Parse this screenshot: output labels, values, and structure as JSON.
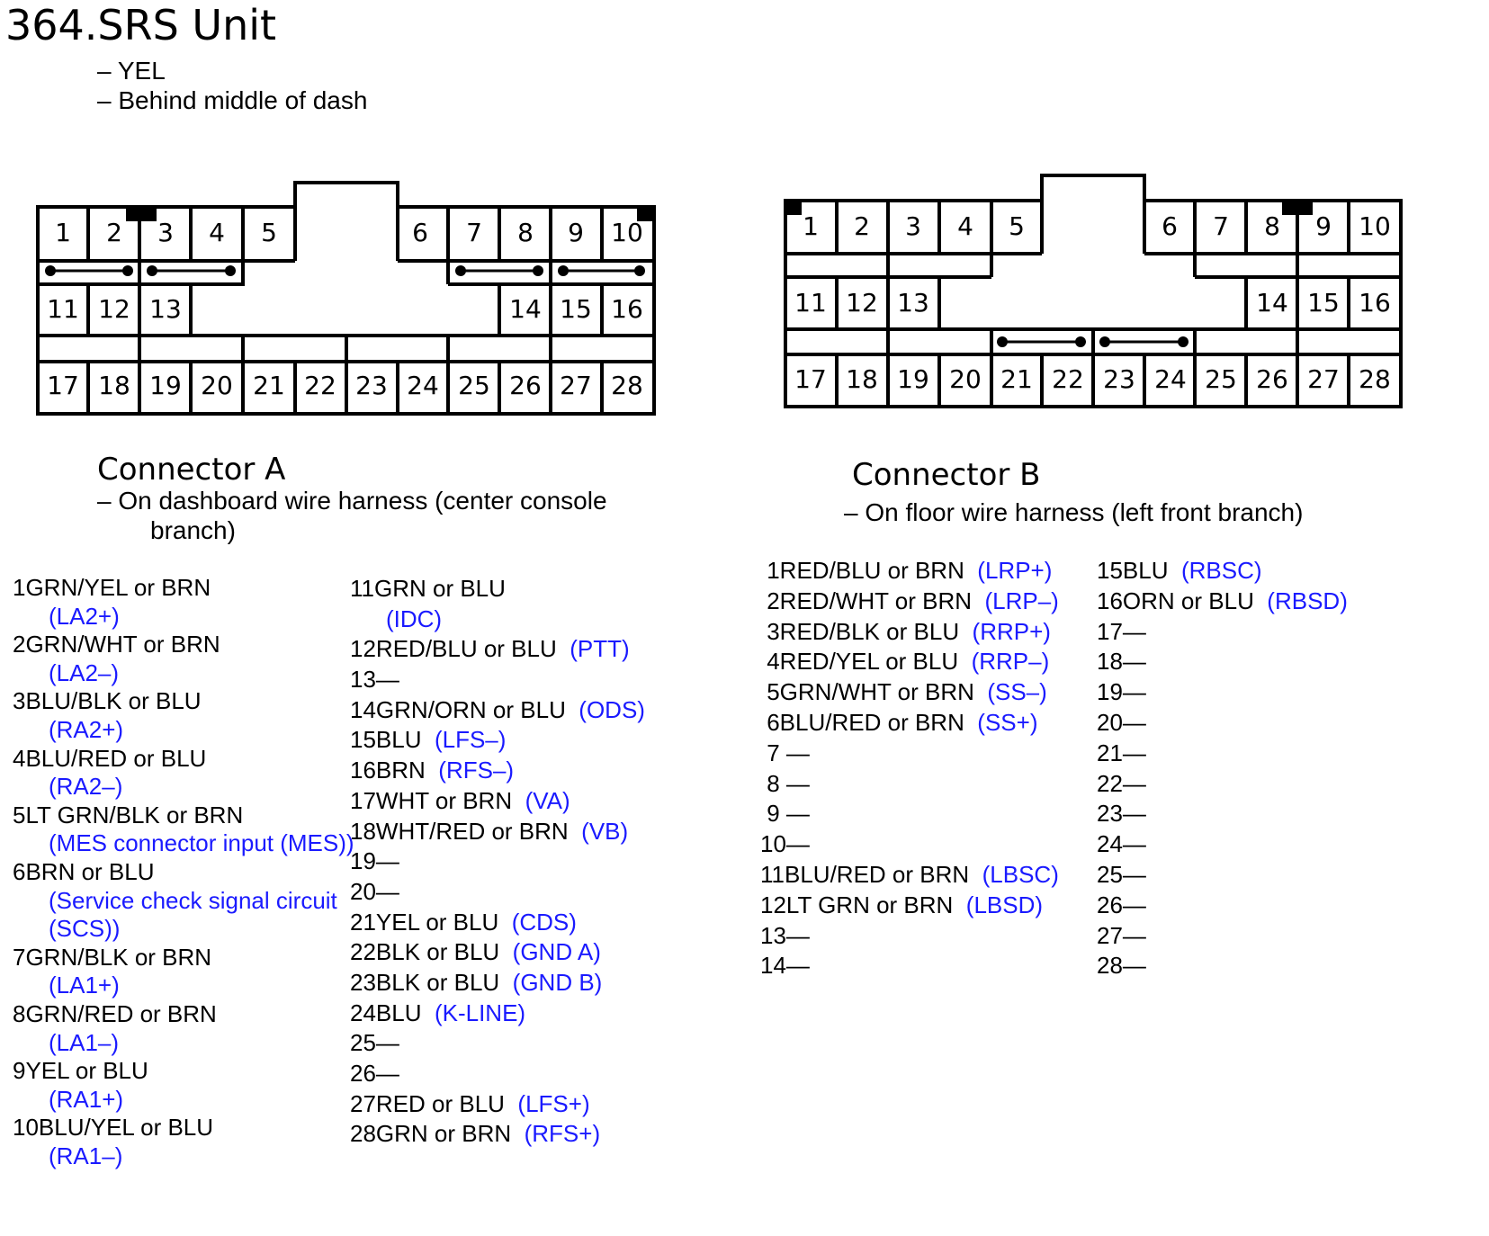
{
  "unit": {
    "title": "364.SRS Unit",
    "notes": [
      "– YEL",
      "– Behind middle of dash"
    ]
  },
  "connector_a": {
    "title": "Connector A",
    "location_line1": "– On dashboard wire harness (center console",
    "location_line2": "branch)",
    "top_row_pins": [
      "1",
      "2",
      "3",
      "4",
      "5",
      "6",
      "7",
      "8",
      "9",
      "10"
    ],
    "middle_row_pins": [
      "11",
      "12",
      "13",
      "14",
      "15",
      "16"
    ],
    "bottom_row_pins": [
      "17",
      "18",
      "19",
      "20",
      "21",
      "22",
      "23",
      "24",
      "25",
      "26",
      "27",
      "28"
    ],
    "col1": [
      {
        "wire": "1GRN/YEL or BRN",
        "func": "(LA2+)",
        "wrap": true
      },
      {
        "wire": "2GRN/WHT or BRN",
        "func": "(LA2–)",
        "wrap": true
      },
      {
        "wire": "3BLU/BLK or BLU",
        "func": "(RA2+)",
        "wrap": true
      },
      {
        "wire": "4BLU/RED or BLU",
        "func": "(RA2–)",
        "wrap": true
      },
      {
        "wire": "5LT GRN/BLK or BRN",
        "func": "(MES connector input (MES))",
        "wrap": true
      },
      {
        "wire": "6BRN or BLU",
        "func": "(Service check signal circuit",
        "func2": "(SCS))",
        "wrap": true
      },
      {
        "wire": "7GRN/BLK or BRN",
        "func": "(LA1+)",
        "wrap": true
      },
      {
        "wire": "8GRN/RED or BRN",
        "func": "(LA1–)",
        "wrap": true
      },
      {
        "wire": "9YEL or BLU",
        "func": "(RA1+)",
        "wrap": true
      },
      {
        "wire": "10BLU/YEL or BLU",
        "func": "(RA1–)",
        "wrap": true
      }
    ],
    "col2": [
      {
        "wire": "11GRN or BLU",
        "func": "(IDC)",
        "wrap": true
      },
      {
        "wire": "12RED/BLU or BLU",
        "func": "(PTT)"
      },
      {
        "wire": "13—",
        "func": ""
      },
      {
        "wire": "14GRN/ORN or BLU",
        "func": "(ODS)"
      },
      {
        "wire": "15BLU",
        "func": "(LFS–)"
      },
      {
        "wire": "16BRN",
        "func": "(RFS–)"
      },
      {
        "wire": "17WHT or BRN",
        "func": "(VA)"
      },
      {
        "wire": "18WHT/RED or BRN",
        "func": "(VB)"
      },
      {
        "wire": "19—",
        "func": ""
      },
      {
        "wire": "20—",
        "func": ""
      },
      {
        "wire": "21YEL or BLU",
        "func": "(CDS)"
      },
      {
        "wire": "22BLK or BLU",
        "func": "(GND A)"
      },
      {
        "wire": "23BLK or BLU",
        "func": "(GND B)"
      },
      {
        "wire": "24BLU",
        "func": "(K-LINE)"
      },
      {
        "wire": "25—",
        "func": ""
      },
      {
        "wire": "26—",
        "func": ""
      },
      {
        "wire": "27RED or BLU",
        "func": "(LFS+)"
      },
      {
        "wire": "28GRN or BRN",
        "func": "(RFS+)"
      }
    ]
  },
  "connector_b": {
    "title": "Connector B",
    "location_line1": "– On floor wire harness (left front branch)",
    "top_row_pins": [
      "1",
      "2",
      "3",
      "4",
      "5",
      "6",
      "7",
      "8",
      "9",
      "10"
    ],
    "middle_row_pins": [
      "11",
      "12",
      "13",
      "14",
      "15",
      "16"
    ],
    "bottom_row_pins": [
      "17",
      "18",
      "19",
      "20",
      "21",
      "22",
      "23",
      "24",
      "25",
      "26",
      "27",
      "28"
    ],
    "col1": [
      {
        "wire": " 1RED/BLU or BRN",
        "func": "(LRP+)"
      },
      {
        "wire": " 2RED/WHT or BRN",
        "func": "(LRP–)"
      },
      {
        "wire": " 3RED/BLK or BLU",
        "func": "(RRP+)"
      },
      {
        "wire": " 4RED/YEL or BLU",
        "func": "(RRP–)"
      },
      {
        "wire": " 5GRN/WHT or BRN",
        "func": "(SS–)"
      },
      {
        "wire": " 6BLU/RED or BRN",
        "func": "(SS+)"
      },
      {
        "wire": " 7 —",
        "func": ""
      },
      {
        "wire": " 8 —",
        "func": ""
      },
      {
        "wire": " 9 —",
        "func": ""
      },
      {
        "wire": "10—",
        "func": ""
      },
      {
        "wire": "11BLU/RED or BRN",
        "func": "(LBSC)"
      },
      {
        "wire": "12LT GRN or BRN",
        "func": "(LBSD)"
      },
      {
        "wire": "13—",
        "func": ""
      },
      {
        "wire": "14—",
        "func": ""
      }
    ],
    "col2": [
      {
        "wire": "15BLU",
        "func": "(RBSC)"
      },
      {
        "wire": "16ORN or BLU",
        "func": "(RBSD)"
      },
      {
        "wire": "17—",
        "func": ""
      },
      {
        "wire": "18—",
        "func": ""
      },
      {
        "wire": "19—",
        "func": ""
      },
      {
        "wire": "20—",
        "func": ""
      },
      {
        "wire": "21—",
        "func": ""
      },
      {
        "wire": "22—",
        "func": ""
      },
      {
        "wire": "23—",
        "func": ""
      },
      {
        "wire": "24—",
        "func": ""
      },
      {
        "wire": "25—",
        "func": ""
      },
      {
        "wire": "26—",
        "func": ""
      },
      {
        "wire": "27—",
        "func": ""
      },
      {
        "wire": "28—",
        "func": ""
      }
    ]
  },
  "colors": {
    "function_text": "#1a1aff",
    "line": "#000000"
  }
}
